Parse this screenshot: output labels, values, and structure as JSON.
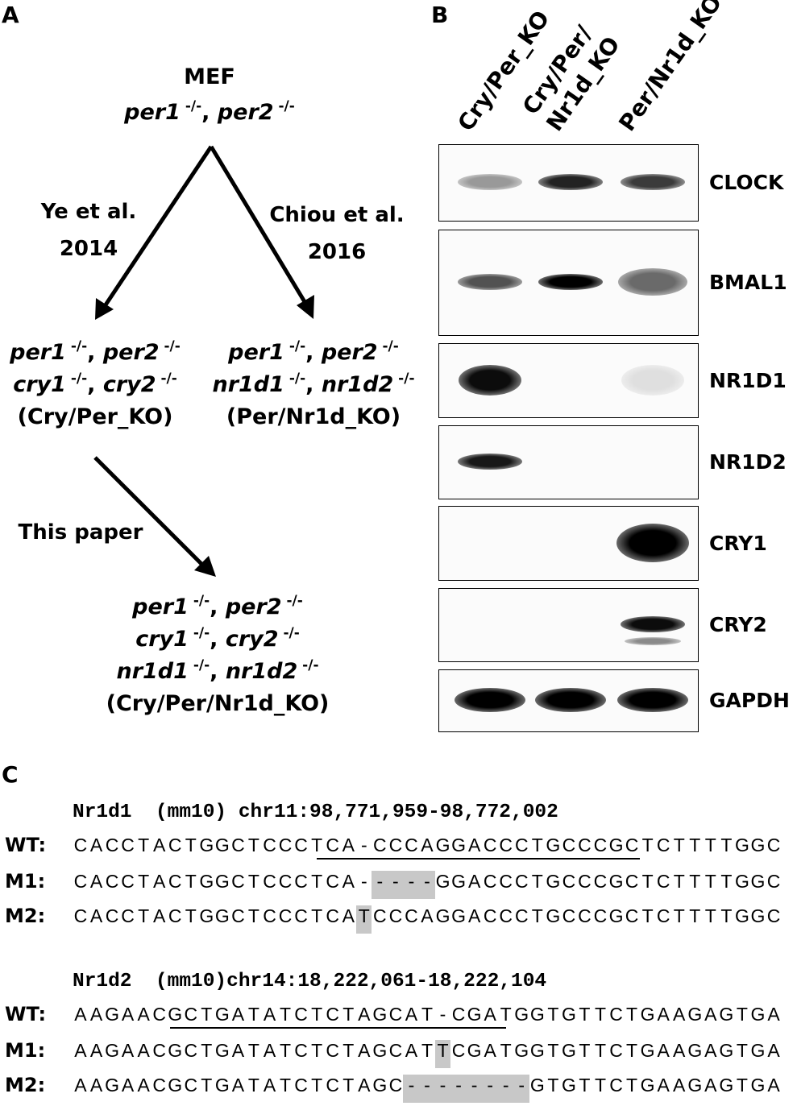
{
  "panels": {
    "a": "A",
    "b": "B",
    "c": "C"
  },
  "panel_a": {
    "root_title": "MEF",
    "root_genotype": [
      {
        "gene": "per1",
        "sup": "-/-"
      },
      {
        "gene": "per2",
        "sup": "-/-"
      }
    ],
    "left_branch_label": [
      "Ye et al.",
      "2014"
    ],
    "right_branch_label": [
      "Chiou et al.",
      "2016"
    ],
    "left_child": {
      "lines": [
        [
          {
            "gene": "per1",
            "sup": "-/-"
          },
          {
            "gene": "per2",
            "sup": "-/-"
          }
        ],
        [
          {
            "gene": "cry1",
            "sup": "-/-"
          },
          {
            "gene": "cry2",
            "sup": "-/-"
          }
        ]
      ],
      "name": "(Cry/Per_KO)"
    },
    "right_child": {
      "lines": [
        [
          {
            "gene": "per1",
            "sup": "-/-"
          },
          {
            "gene": "per2",
            "sup": "-/-"
          }
        ],
        [
          {
            "gene": "nr1d1",
            "sup": "-/-"
          },
          {
            "gene": "nr1d2",
            "sup": "-/-"
          }
        ]
      ],
      "name": "(Per/Nr1d_KO)"
    },
    "bottom_branch_label": "This paper",
    "bottom_child": {
      "lines": [
        [
          {
            "gene": "per1",
            "sup": "-/-"
          },
          {
            "gene": "per2",
            "sup": "-/-"
          }
        ],
        [
          {
            "gene": "cry1",
            "sup": "-/-"
          },
          {
            "gene": "cry2",
            "sup": "-/-"
          }
        ],
        [
          {
            "gene": "nr1d1",
            "sup": "-/-"
          },
          {
            "gene": "nr1d2",
            "sup": "-/-"
          }
        ]
      ],
      "name": "(Cry/Per/Nr1d_KO)"
    }
  },
  "panel_b": {
    "lanes": [
      {
        "line1": "Cry/Per_KO",
        "line2": ""
      },
      {
        "line1": "Cry/Per/",
        "line2": "Nr1d_KO"
      },
      {
        "line1": "Per/Nr1d_KO",
        "line2": ""
      }
    ],
    "blots": [
      {
        "protein": "CLOCK",
        "intensity": [
          0.35,
          0.85,
          0.75
        ]
      },
      {
        "protein": "BMAL1",
        "intensity": [
          0.65,
          1.0,
          0.55
        ]
      },
      {
        "protein": "NR1D1",
        "intensity": [
          0.95,
          0.0,
          0.05
        ]
      },
      {
        "protein": "NR1D2",
        "intensity": [
          0.9,
          0.0,
          0.0
        ]
      },
      {
        "protein": "CRY1",
        "intensity": [
          0.0,
          0.0,
          1.0
        ]
      },
      {
        "protein": "CRY2",
        "intensity": [
          0.0,
          0.0,
          0.95
        ]
      },
      {
        "protein": "GAPDH",
        "intensity": [
          1.0,
          1.0,
          1.0
        ]
      }
    ]
  },
  "panel_c": {
    "nr1d1": {
      "header": "Nr1d1  (mm10) chr11:98,771,959-98,772,002",
      "rows": [
        {
          "label": "WT:",
          "seq": "CACCTACTGGCTCCCTCA-CCCAGGACCCTGCCCGCTCTTTTGGC"
        },
        {
          "label": "M1:",
          "seq": "CACCTACTGGCTCCCTCA-----GGACCCTGCCCGCTCTTTTGGC"
        },
        {
          "label": "M2:",
          "seq": "CACCTACTGGCTCCCTCATCCCAGGACCCTGCCCGCTCTTTTGGC"
        }
      ]
    },
    "nr1d2": {
      "header": "Nr1d2  (mm10)chr14:18,222,061-18,222,104",
      "rows": [
        {
          "label": "WT:",
          "seq": "AAGAACGCTGATATCTCTAGCAT-CGATGGTGTTCTGAAGAGTGA"
        },
        {
          "label": "M1:",
          "seq": "AAGAACGCTGATATCTCTAGCATTCGATGGTGTTCTGAAGAGTGA"
        },
        {
          "label": "M2:",
          "seq": "AAGAACGCTGATATCTCTAGC--------GTGTTCTGAAGAGTGA"
        }
      ]
    }
  }
}
